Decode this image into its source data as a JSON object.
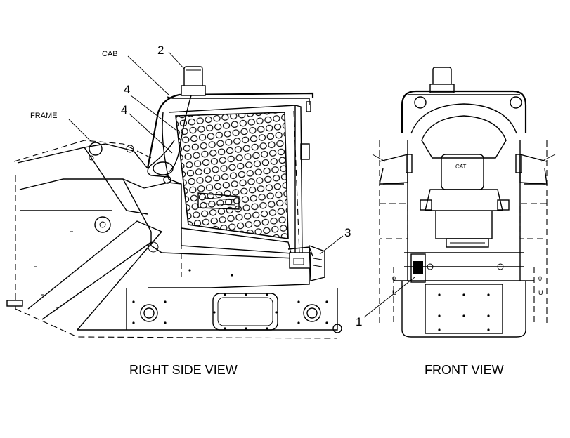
{
  "labels": {
    "cab": "CAB",
    "frame": "FRAME",
    "callout_1": "1",
    "callout_2": "2",
    "callout_3": "3",
    "callout_4a": "4",
    "callout_4b": "4"
  },
  "views": {
    "right_side": "RIGHT SIDE VIEW",
    "front": "FRONT VIEW"
  },
  "front_marks": {
    "logo": "CAT",
    "left_o": "0",
    "left_u": "U",
    "right_o": "0",
    "right_u": "U"
  }
}
